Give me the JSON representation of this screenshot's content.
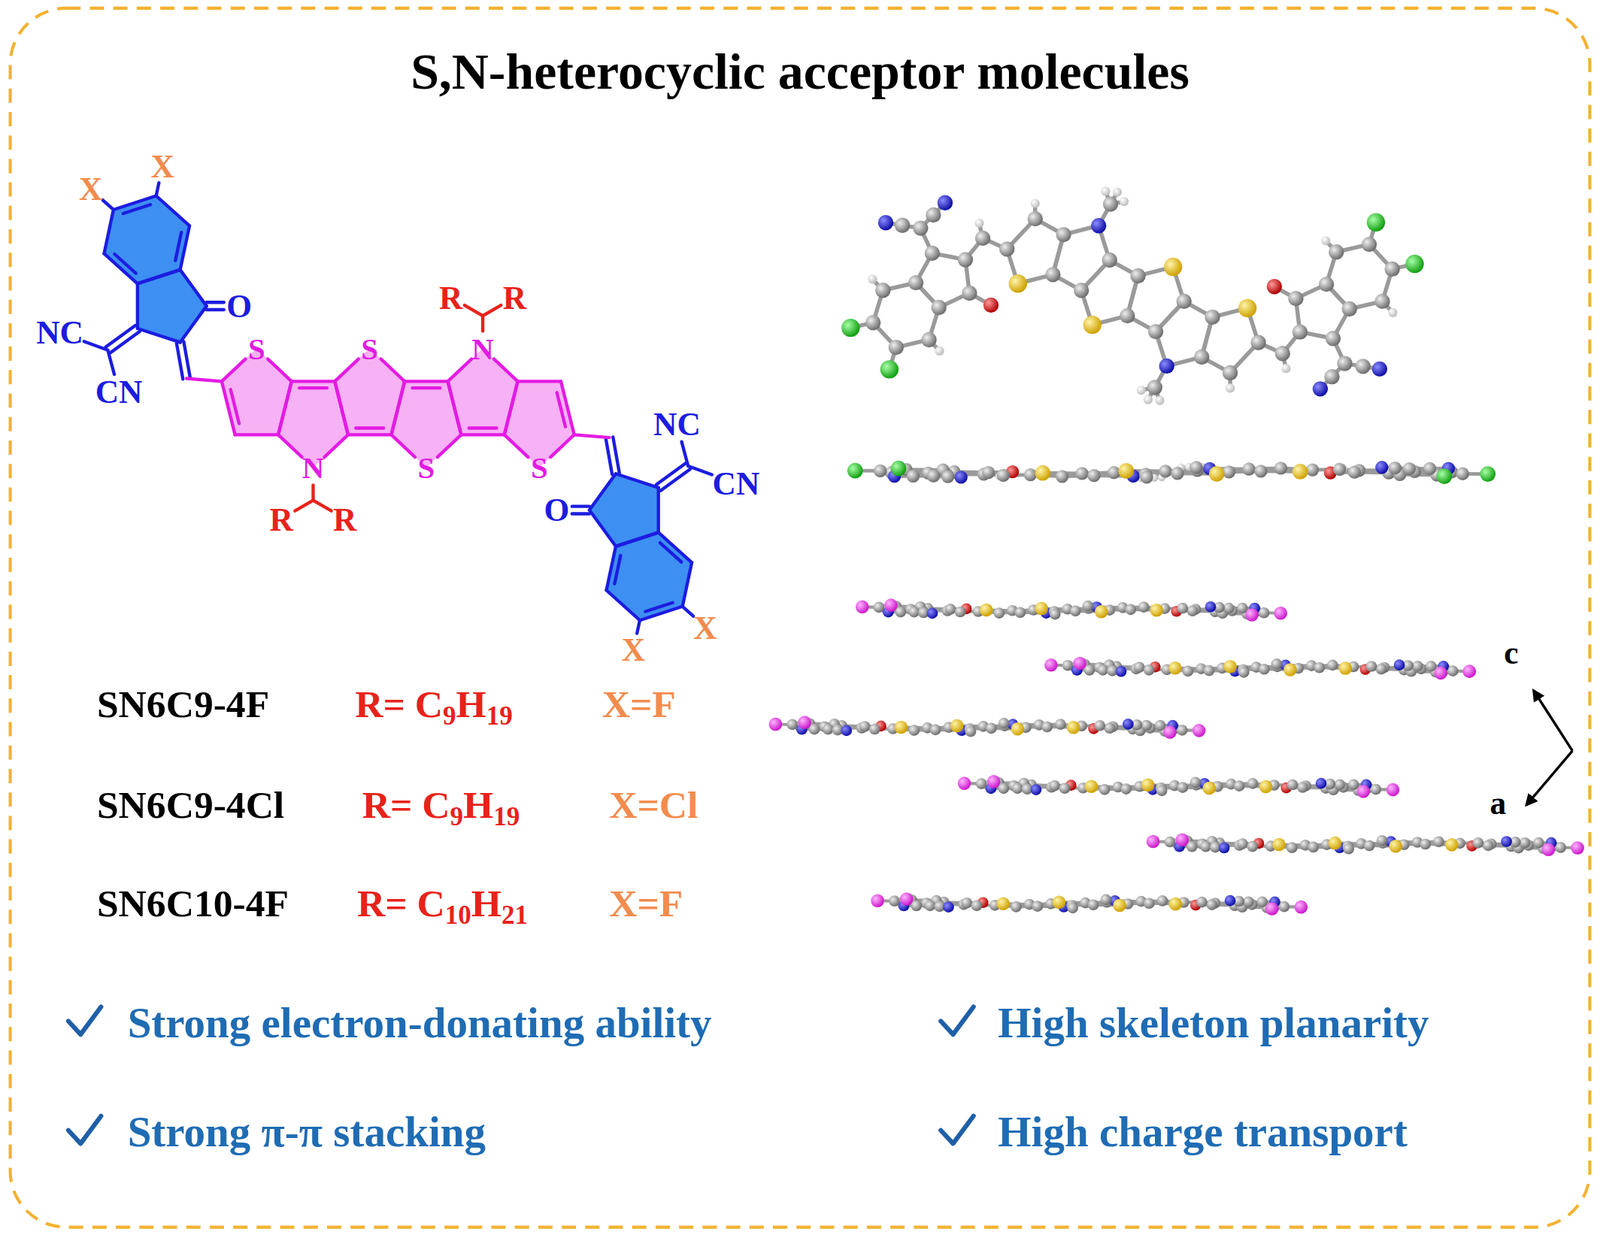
{
  "diagram": {
    "title": "S,N-heterocyclic acceptor molecules",
    "labels": [
      "X",
      "X",
      "O",
      "NC",
      "CN",
      "S",
      "R",
      "R",
      "N",
      "S",
      "N",
      "S",
      "S",
      "R",
      "R",
      "NC",
      "CN",
      "O",
      "X",
      "X",
      "c",
      "a",
      "SN6C9-4F",
      "R= C9H19",
      "X=F",
      "SN6C9-4Cl",
      "R= C9H19",
      "X=Cl",
      "SN6C10-4F",
      "R= C10H21",
      "X=F",
      "Strong electron-donating ability",
      "High skeleton planarity",
      "Strong π-π stacking",
      "High charge transport"
    ]
  }
}
